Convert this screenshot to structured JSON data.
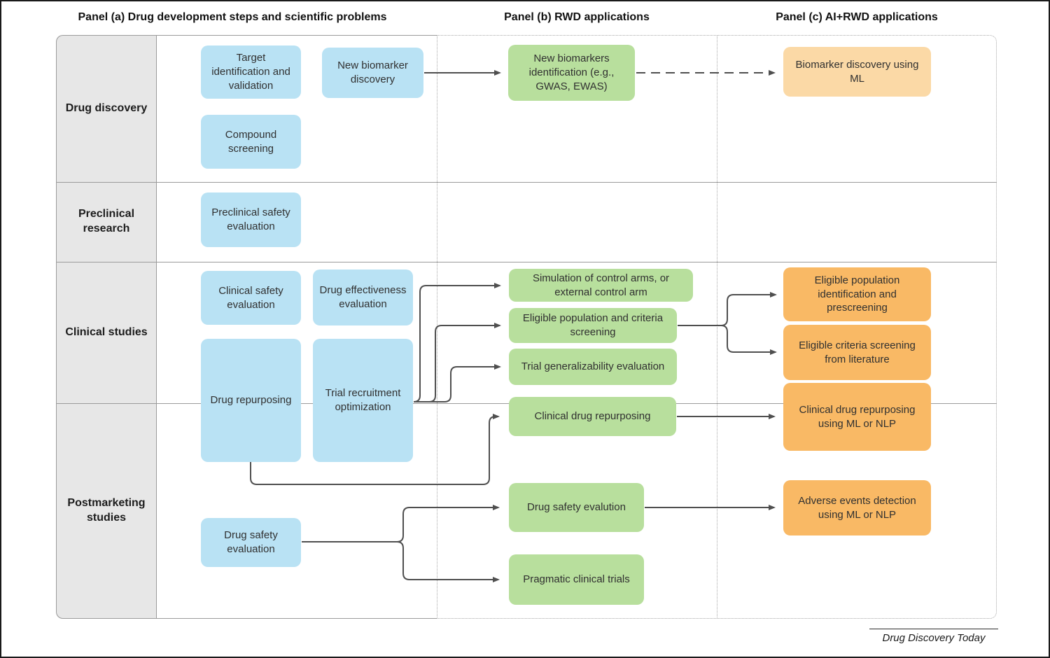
{
  "panels": {
    "a": {
      "title": "Panel (a) Drug development steps and scientific problems"
    },
    "b": {
      "title": "Panel (b) RWD applications"
    },
    "c": {
      "title": "Panel (c) AI+RWD applications"
    }
  },
  "rows": [
    {
      "label": "Drug discovery"
    },
    {
      "label": "Preclinical research"
    },
    {
      "label": "Clinical studies"
    },
    {
      "label": "Postmarketing studies"
    }
  ],
  "nodes": {
    "blue": {
      "target": {
        "label": "Target identification and validation"
      },
      "new_biomarker": {
        "label": "New biomarker discovery"
      },
      "compound": {
        "label": "Compound screening"
      },
      "preclinical_safety": {
        "label": "Preclinical safety evaluation"
      },
      "clinical_safety": {
        "label": "Clinical safety evaluation"
      },
      "drug_effectiveness": {
        "label": "Drug effectiveness evaluation"
      },
      "drug_repurposing": {
        "label": "Drug repurposing"
      },
      "trial_recruitment": {
        "label": "Trial recruitment optimization"
      },
      "drug_safety": {
        "label": "Drug safety evaluation"
      }
    },
    "green": {
      "new_biomarkers_identification": {
        "label": "New biomarkers identification (e.g., GWAS, EWAS)"
      },
      "simulation_control_arms": {
        "label": "Simulation of control arms, or external control arm"
      },
      "eligible_population": {
        "label": "Eligible population and criteria screening"
      },
      "trial_generalizability": {
        "label": "Trial generalizability evaluation"
      },
      "clinical_drug_repurposing": {
        "label": "Clinical drug repurposing"
      },
      "drug_safety_evalution": {
        "label": "Drug safety evalution"
      },
      "pragmatic_trials": {
        "label": "Pragmatic clinical trials"
      }
    },
    "orange": {
      "biomarker_ml": {
        "label": "Biomarker discovery using ML"
      },
      "eligible_population_id": {
        "label": "Eligible population identification and prescreening"
      },
      "eligible_criteria_lit": {
        "label": "Eligible criteria screening from literature"
      },
      "clinical_repurposing_ml": {
        "label": "Clinical drug repurposing using ML or NLP"
      },
      "adverse_events": {
        "label": "Adverse events detection using ML or NLP"
      }
    }
  },
  "footer": {
    "journal": "Drug Discovery Today"
  },
  "colors": {
    "blue_box": "#b9e2f4",
    "green_box": "#b8df9d",
    "orange_box": "#f9b965",
    "light_orange_box": "#fbd9a6",
    "sidebar": "#e7e7e7",
    "arrow": "#4f4f4f",
    "frame": "#9b9b9b"
  }
}
